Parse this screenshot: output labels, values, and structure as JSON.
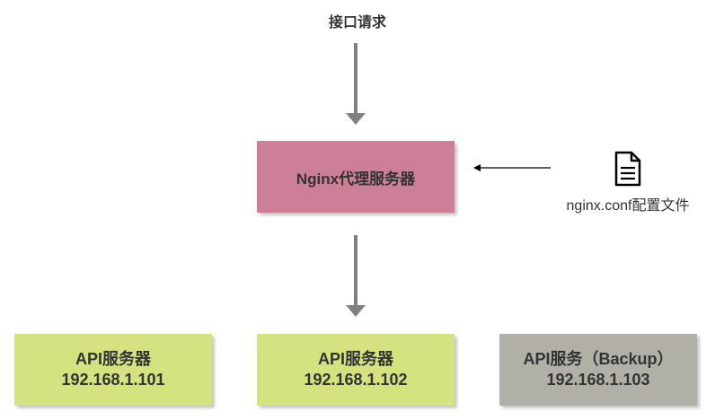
{
  "top_label": "接口请求",
  "nginx_node": {
    "label": "Nginx代理服务器",
    "color": "#cd7f98"
  },
  "config": {
    "label": "nginx.conf配置文件",
    "icon": "document-icon"
  },
  "api_nodes": [
    {
      "name": "API服务器",
      "ip": "192.168.1.101",
      "color": "#d4e37f"
    },
    {
      "name": "API服务器",
      "ip": "192.168.1.102",
      "color": "#d4e37f"
    },
    {
      "name": "API服务（Backup）",
      "ip": "192.168.1.103",
      "color": "#b0b0a6"
    }
  ],
  "arrow_colors": {
    "thick": "#808080",
    "thin": "#000000"
  }
}
